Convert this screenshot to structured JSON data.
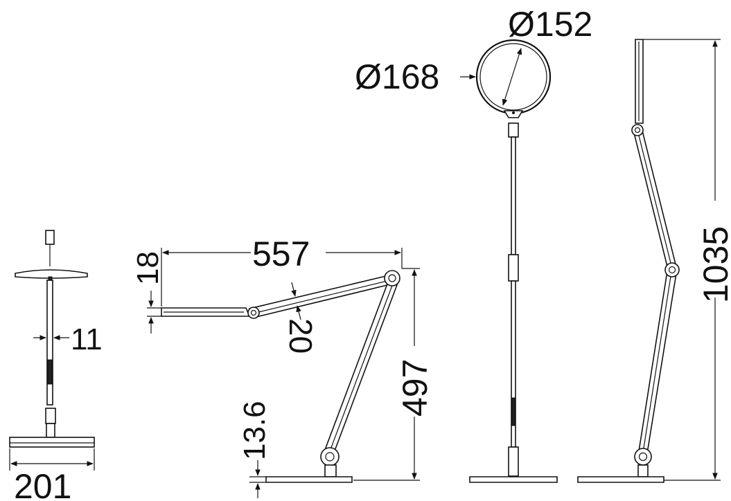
{
  "dimensions": {
    "base_width": "201",
    "stem_width": "11",
    "head_thickness": "18",
    "arm_length": "557",
    "arm_thickness": "20",
    "base_thickness": "13.6",
    "height": "497",
    "head_diameter_outer": "Ø168",
    "head_diameter_inner": "Ø152",
    "total_height": "1035"
  },
  "colors": {
    "line": "#111111",
    "background": "#ffffff"
  }
}
